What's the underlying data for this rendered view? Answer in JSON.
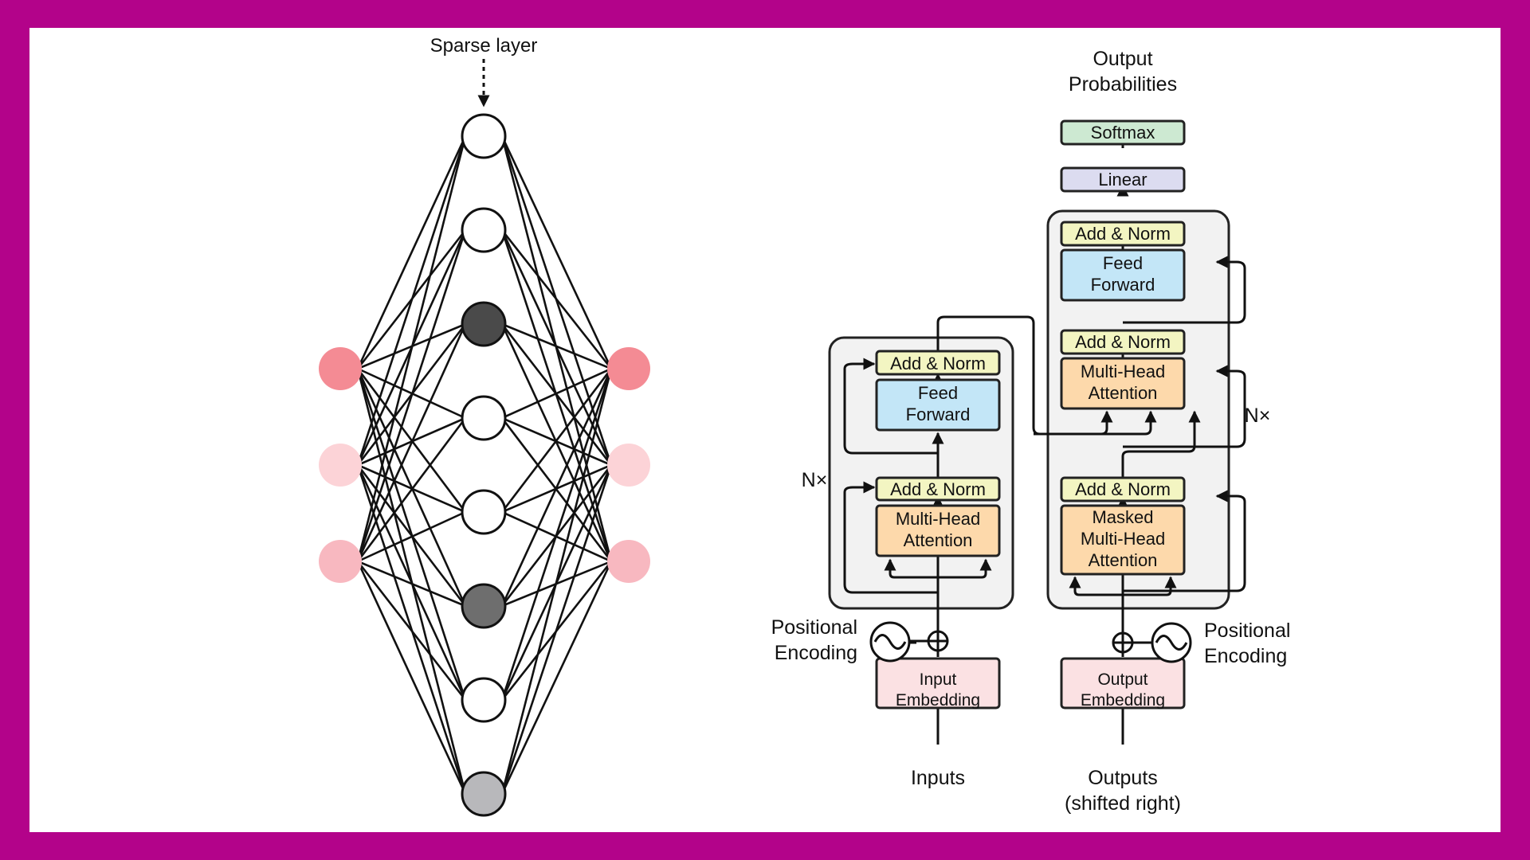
{
  "colors": {
    "frame": "#b3038a",
    "panel": "#ffffff",
    "block_bg": "#f2f2f2",
    "add_norm": "#f3f5c2",
    "feed_forward": "#c3e6f7",
    "attention": "#fdd9ab",
    "embedding": "#fbe1e3",
    "linear": "#dcdcf0",
    "softmax": "#cde9d2",
    "node_dark": "#4a4a4a",
    "node_mid": "#6e6e6e",
    "node_light": "#b8b8bb",
    "pink_1": "#f48b94",
    "pink_2": "#fcd3d7",
    "pink_3": "#f8b8c0"
  },
  "sparse_network": {
    "label": "Sparse layer",
    "hidden_nodes": [
      "white",
      "white",
      "dark",
      "white",
      "white",
      "mid",
      "white",
      "light"
    ],
    "input_nodes": [
      "pink_1",
      "pink_2",
      "pink_3"
    ],
    "output_nodes": [
      "pink_1",
      "pink_2",
      "pink_3"
    ]
  },
  "transformer": {
    "output_probs": [
      "Output",
      "Probabilities"
    ],
    "softmax": "Softmax",
    "linear": "Linear",
    "nx": "N×",
    "add_norm": "Add & Norm",
    "feed_forward": [
      "Feed",
      "Forward"
    ],
    "multi_head_attention": [
      "Multi-Head",
      "Attention"
    ],
    "masked_attention": [
      "Masked",
      "Multi-Head",
      "Attention"
    ],
    "input_embedding": [
      "Input",
      "Embedding"
    ],
    "output_embedding": [
      "Output",
      "Embedding"
    ],
    "positional_encoding": [
      "Positional",
      "Encoding"
    ],
    "inputs": "Inputs",
    "outputs": [
      "Outputs",
      "(shifted right)"
    ]
  }
}
